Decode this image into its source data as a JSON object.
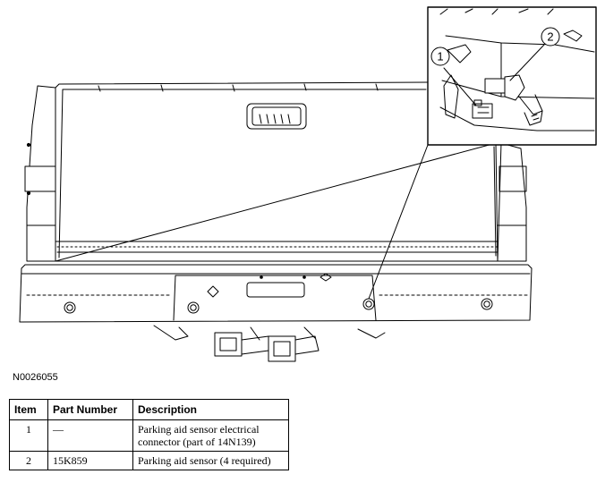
{
  "figure": {
    "figure_id": "N0026055",
    "callouts": [
      "1",
      "2"
    ]
  },
  "table": {
    "headers": [
      "Item",
      "Part Number",
      "Description"
    ],
    "rows": [
      {
        "item": "1",
        "part_number": "—",
        "description": "Parking aid sensor electrical connector (part of 14N139)"
      },
      {
        "item": "2",
        "part_number": "15K859",
        "description": "Parking aid sensor (4 required)"
      }
    ]
  }
}
